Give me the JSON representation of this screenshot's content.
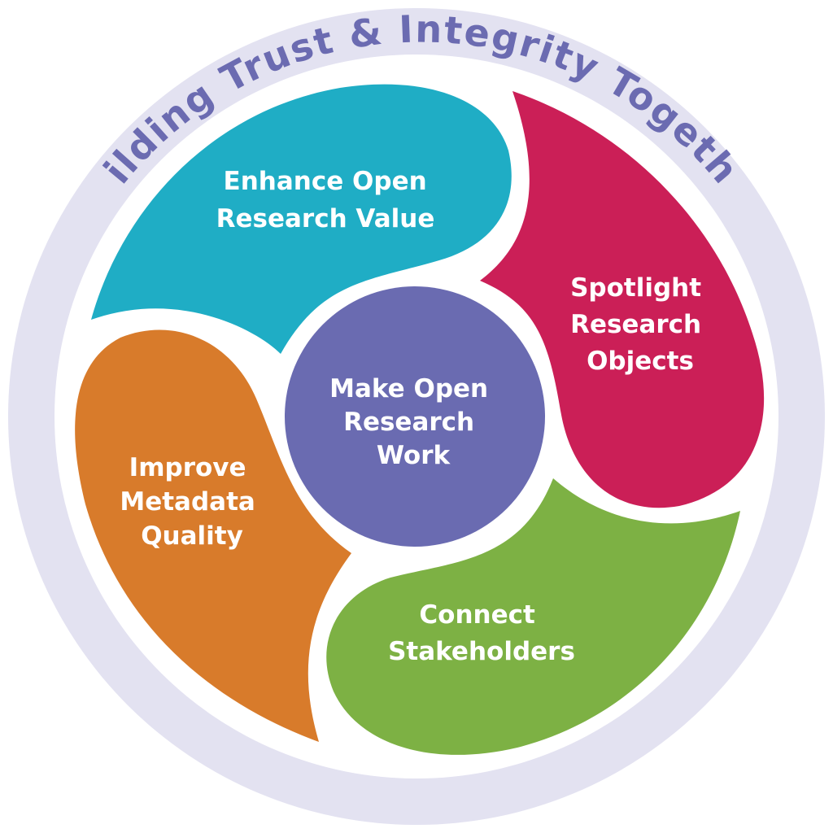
{
  "colors": {
    "outer_ring": "#e3e2f1",
    "ring_text": "#6b6bb1",
    "teal": "#1fadc5",
    "crimson": "#cb1f57",
    "green": "#7db144",
    "orange": "#d87b2b",
    "center": "#6a6bb1",
    "label_text": "#ffffff"
  },
  "ring_title": "Building Trust & Integrity Together",
  "center": {
    "lines": [
      "Make Open",
      "Research",
      "Work"
    ]
  },
  "segments": [
    {
      "id": "teal",
      "lines": [
        "Enhance Open",
        "Research Value"
      ]
    },
    {
      "id": "crimson",
      "lines": [
        "Spotlight",
        "Research",
        "Objects"
      ]
    },
    {
      "id": "green",
      "lines": [
        "Connect",
        "Stakeholders"
      ]
    },
    {
      "id": "orange",
      "lines": [
        "Improve",
        "Metadata",
        "Quality"
      ]
    }
  ]
}
